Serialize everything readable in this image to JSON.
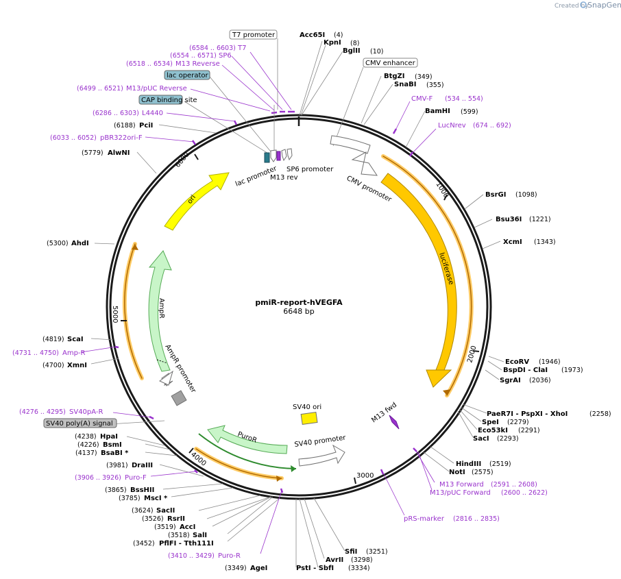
{
  "credit": {
    "created_by": "Created by",
    "brand": "SnapGene"
  },
  "plasmid": {
    "name": "pmiR-report-hVEGFA",
    "length": "6648 bp"
  },
  "ticks": [
    "1000",
    "2000",
    "3000",
    "4000",
    "5000",
    "6000"
  ],
  "restriction_sites": [
    {
      "id": "acc65i",
      "label": "Acc65I",
      "pos": "(4)"
    },
    {
      "id": "kpni",
      "label": "KpnI",
      "pos": "(8)"
    },
    {
      "id": "bglii",
      "label": "BglII",
      "pos": "(10)"
    },
    {
      "id": "btgzi",
      "label": "BtgZI",
      "pos": "(349)"
    },
    {
      "id": "snabi",
      "label": "SnaBI",
      "pos": "(355)"
    },
    {
      "id": "bamhi",
      "label": "BamHI",
      "pos": "(599)"
    },
    {
      "id": "bsrgi",
      "label": "BsrGI",
      "pos": "(1098)"
    },
    {
      "id": "bsu36i",
      "label": "Bsu36I",
      "pos": "(1221)"
    },
    {
      "id": "xcmi",
      "label": "XcmI",
      "pos": "(1343)"
    },
    {
      "id": "ecorv",
      "label": "EcoRV",
      "pos": "(1946)"
    },
    {
      "id": "bspdi-clai",
      "label": "BspDI - ClaI",
      "pos": "(1973)"
    },
    {
      "id": "sgrai",
      "label": "SgrAI",
      "pos": "(2036)"
    },
    {
      "id": "paer7i",
      "label": "PaeR7I - PspXI - XhoI",
      "pos": "(2258)"
    },
    {
      "id": "spei",
      "label": "SpeI",
      "pos": "(2279)"
    },
    {
      "id": "eco53ki",
      "label": "Eco53kI",
      "pos": "(2291)"
    },
    {
      "id": "saci",
      "label": "SacI",
      "pos": "(2293)"
    },
    {
      "id": "hindiii",
      "label": "HindIII",
      "pos": "(2519)"
    },
    {
      "id": "noti",
      "label": "NotI",
      "pos": "(2575)"
    },
    {
      "id": "sfii",
      "label": "SfiI",
      "pos": "(3251)"
    },
    {
      "id": "avrii",
      "label": "AvrII",
      "pos": "(3298)"
    },
    {
      "id": "psti-sbfi",
      "label": "PstI - SbfI",
      "pos": "(3334)"
    },
    {
      "id": "agei",
      "label": "AgeI",
      "pos": "(3349)"
    },
    {
      "id": "pflfi",
      "label": "PflFI - Tth111I",
      "pos": "(3452)"
    },
    {
      "id": "sali",
      "label": "SalI",
      "pos": "(3518)"
    },
    {
      "id": "acci",
      "label": "AccI",
      "pos": "(3519)"
    },
    {
      "id": "rsrii",
      "label": "RsrII",
      "pos": "(3526)"
    },
    {
      "id": "sacii",
      "label": "SacII",
      "pos": "(3624)"
    },
    {
      "id": "msci",
      "label": "MscI *",
      "pos": "(3785)"
    },
    {
      "id": "bsshii",
      "label": "BssHII",
      "pos": "(3865)"
    },
    {
      "id": "draiii",
      "label": "DraIII",
      "pos": "(3981)"
    },
    {
      "id": "bsabi",
      "label": "BsaBI *",
      "pos": "(4137)"
    },
    {
      "id": "bsmi",
      "label": "BsmI",
      "pos": "(4226)"
    },
    {
      "id": "hpai",
      "label": "HpaI",
      "pos": "(4238)"
    },
    {
      "id": "xmni",
      "label": "XmnI",
      "pos": "(4700)"
    },
    {
      "id": "scai",
      "label": "ScaI",
      "pos": "(4819)"
    },
    {
      "id": "ahdi",
      "label": "AhdI",
      "pos": "(5300)"
    },
    {
      "id": "alwni",
      "label": "AlwNI",
      "pos": "(5779)"
    },
    {
      "id": "pcii",
      "label": "PciI",
      "pos": "(6188)"
    }
  ],
  "primers": [
    {
      "id": "t7",
      "label": "T7",
      "pos": "(6584 .. 6603)"
    },
    {
      "id": "sp6",
      "label": "SP6",
      "pos": "(6554 .. 6571)"
    },
    {
      "id": "m13-reverse",
      "label": "M13 Reverse",
      "pos": "(6518 .. 6534)"
    },
    {
      "id": "m13-puc-reverse",
      "label": "M13/pUC Reverse",
      "pos": "(6499 .. 6521)"
    },
    {
      "id": "l4440",
      "label": "L4440",
      "pos": "(6286 .. 6303)"
    },
    {
      "id": "pbr322ori-f",
      "label": "pBR322ori-F",
      "pos": "(6033 .. 6052)"
    },
    {
      "id": "cmv-f",
      "label": "CMV-F",
      "pos": "(534 .. 554)"
    },
    {
      "id": "lucnrev",
      "label": "LucNrev",
      "pos": "(674 .. 692)"
    },
    {
      "id": "m13-forward",
      "label": "M13 Forward",
      "pos": "(2591 .. 2608)"
    },
    {
      "id": "m13-puc-forward",
      "label": "M13/pUC Forward",
      "pos": "(2600 .. 2622)"
    },
    {
      "id": "prs-marker",
      "label": "pRS-marker",
      "pos": "(2816 .. 2835)"
    },
    {
      "id": "puro-r",
      "label": "Puro-R",
      "pos": "(3410 .. 3429)"
    },
    {
      "id": "puro-f",
      "label": "Puro-F",
      "pos": "(3906 .. 3926)"
    },
    {
      "id": "sv40pa-r",
      "label": "SV40pA-R",
      "pos": "(4276 .. 4295)"
    },
    {
      "id": "amp-r",
      "label": "Amp-R",
      "pos": "(4731 .. 4750)"
    }
  ],
  "boxed_labels": [
    {
      "id": "t7-promoter",
      "label": "T7 promoter",
      "fill": "#ffffff"
    },
    {
      "id": "cmv-enhancer",
      "label": "CMV enhancer",
      "fill": "#ffffff"
    },
    {
      "id": "lac-operator",
      "label": "lac operator",
      "fill": "#8fc1cf"
    },
    {
      "id": "cap-binding-site",
      "label": "CAP binding site",
      "fill": "#8fc1cf"
    },
    {
      "id": "sv40-polya-signal",
      "label": "SV40 poly(A) signal",
      "fill": "#c0c0c0"
    }
  ],
  "features": [
    {
      "id": "cmv-promoter",
      "label": "CMV promoter",
      "color": "#ffffff"
    },
    {
      "id": "luciferase",
      "label": "luciferase",
      "color": "#ffc800"
    },
    {
      "id": "m13-fwd",
      "label": "M13 fwd",
      "color": "#9932cc"
    },
    {
      "id": "sv40-ori",
      "label": "SV40 ori",
      "color": "#ffee00"
    },
    {
      "id": "sv40-promoter",
      "label": "SV40 promoter",
      "color": "#ffffff"
    },
    {
      "id": "puror",
      "label": "PuroR",
      "color": "#c8f5c8"
    },
    {
      "id": "ampr",
      "label": "AmpR",
      "color": "#c8f5c8"
    },
    {
      "id": "ampr-promoter",
      "label": "AmpR promoter",
      "color": "#ffffff"
    },
    {
      "id": "ori",
      "label": "ori",
      "color": "#ffff00"
    },
    {
      "id": "lac-promoter",
      "label": "lac promoter",
      "color": "#ffffff"
    },
    {
      "id": "m13-rev",
      "label": "M13 rev",
      "color": "#9932cc"
    },
    {
      "id": "sp6-promoter",
      "label": "SP6 promoter",
      "color": "#ffffff"
    }
  ],
  "colors": {
    "backbone": "#1a1a1a",
    "primer": "#9932cc",
    "orf": "#ff9900",
    "feature_outline": "#707070",
    "leader": "#888888"
  },
  "icons": {
    "brand": "snapgene-logo-icon"
  }
}
